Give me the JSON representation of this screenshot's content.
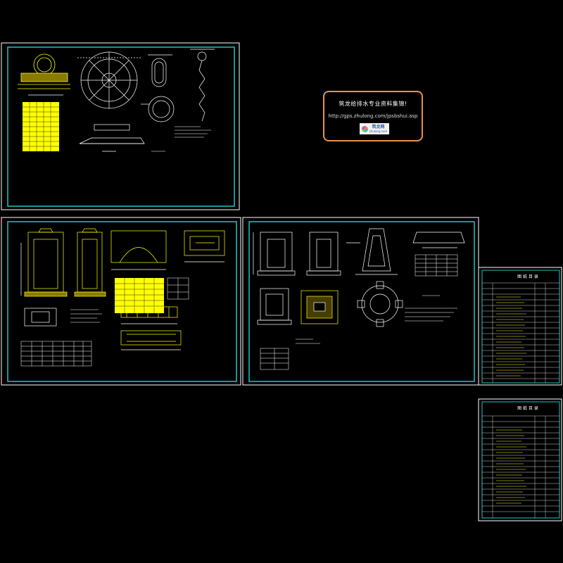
{
  "banner": {
    "line1": "筑龙给排水专业资料集锦!",
    "line2": "http://gps.zhulong.com/jpsbshui.asp",
    "logo_name": "筑龙网",
    "logo_sub": "zhulong.com"
  },
  "colors": {
    "frame": "#ffffff",
    "inner_frame": "#22c3c3",
    "drawing_primary": "#ffff00",
    "drawing_secondary": "#ffffff",
    "banner_border": "#e8924a",
    "background": "#000000"
  },
  "index_table_1": {
    "heading": "图 纸 目 录"
  },
  "index_table_2": {
    "heading": "图 纸 目 录"
  }
}
